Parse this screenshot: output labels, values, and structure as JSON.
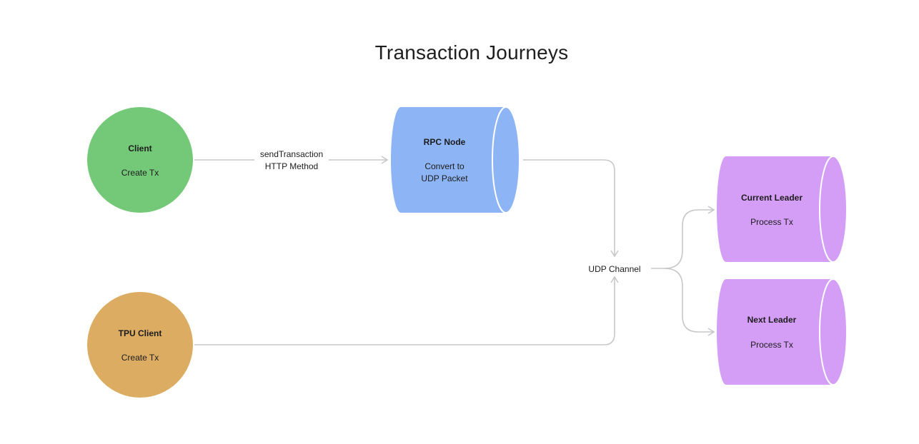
{
  "title": "Transaction Journeys",
  "nodes": {
    "client": {
      "title": "Client",
      "sub": [
        "Create Tx"
      ],
      "color": "#74c978"
    },
    "tpu_client": {
      "title": "TPU Client",
      "sub": [
        "Create Tx"
      ],
      "color": "#dcac62"
    },
    "rpc_node": {
      "title": "RPC Node",
      "sub": [
        "Convert to",
        "UDP Packet"
      ],
      "color": "#8db5f5"
    },
    "current_leader": {
      "title": "Current Leader",
      "sub": [
        "Process Tx"
      ],
      "color": "#d49ef6"
    },
    "next_leader": {
      "title": "Next Leader",
      "sub": [
        "Process Tx"
      ],
      "color": "#d49ef6"
    }
  },
  "edges": {
    "client_to_rpc": [
      "sendTransaction",
      "HTTP Method"
    ],
    "udp_channel": "UDP Channel"
  },
  "colors": {
    "wire": "#c8c8c8",
    "cylinder_rim": "#ffffff"
  }
}
